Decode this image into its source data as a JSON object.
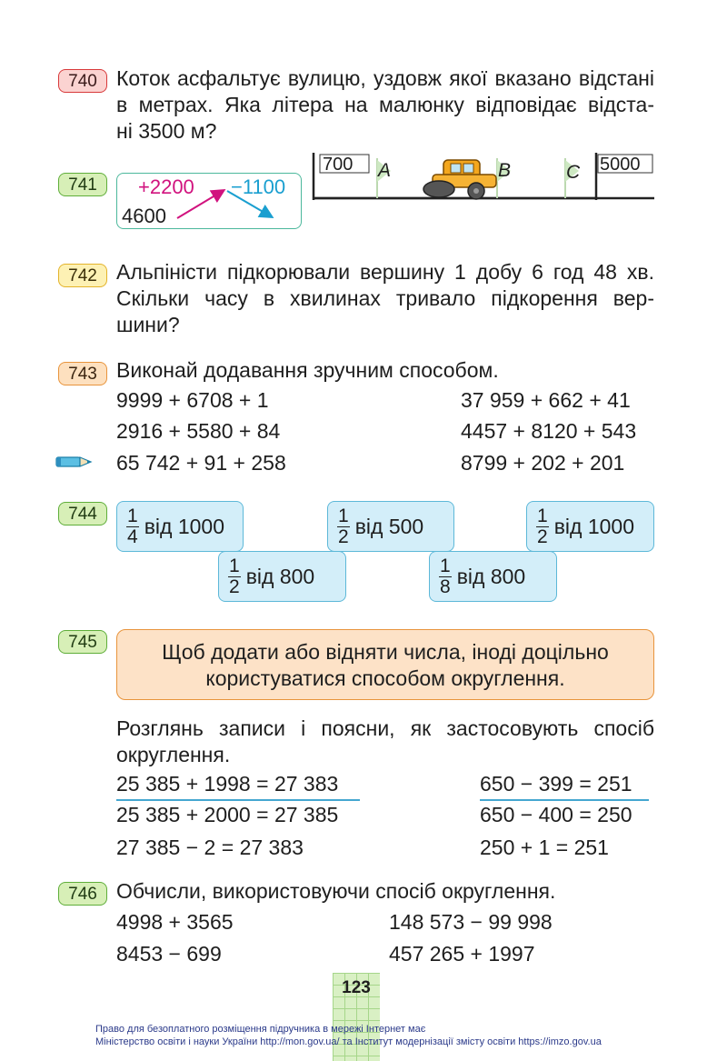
{
  "colors": {
    "magenta": "#d1127e",
    "cyan": "#1a9fd0",
    "badge_red": "#d8393a",
    "badge_green": "#5fae3a",
    "badge_yellow": "#e3b32a",
    "card_blue": "#d3eef9",
    "rule_orange": "#fde2c7"
  },
  "ex740": {
    "num": "740",
    "line1": "Коток асфальтує вулицю, уздовж якої вказано відстані",
    "line2": "в метрах. Яка літера на малюнку відповідає відста-",
    "line3": "ні 3500 м?",
    "start": "700",
    "end": "5000",
    "flag_a": "A",
    "flag_b": "B",
    "flag_c": "C",
    "icon": "road-roller-icon"
  },
  "ex741": {
    "num": "741",
    "plus": "+2200",
    "minus": "−1100",
    "start": "4600"
  },
  "ex742": {
    "num": "742",
    "line1": "Альпіністи підкорювали вершину 1 добу 6 год 48 хв.",
    "line2": "Скільки часу в хвилинах тривало підкорення вер-",
    "line3": "шини?"
  },
  "ex743": {
    "num": "743",
    "task": "Виконай додавання зручним способом.",
    "left": [
      "9999 + 6708 + 1",
      "2916 + 5580 + 84",
      "65 742 + 91 + 258"
    ],
    "right": [
      "37 959 + 662 + 41",
      "4457 + 8120 + 543",
      "8799 + 202 + 201"
    ],
    "icon": "pencil-icon"
  },
  "ex744": {
    "num": "744",
    "cards": [
      {
        "num": "1",
        "den": "4",
        "text": "від 1000"
      },
      {
        "num": "1",
        "den": "2",
        "text": "від 500"
      },
      {
        "num": "1",
        "den": "2",
        "text": "від 1000"
      },
      {
        "num": "1",
        "den": "2",
        "text": "від 800"
      },
      {
        "num": "1",
        "den": "8",
        "text": "від 800"
      }
    ]
  },
  "ex745": {
    "num": "745",
    "rule_line1": "Щоб додати або відняти числа, іноді доцільно",
    "rule_line2": "користуватися способом округлення.",
    "task_line1": "Розглянь записи і поясни, як застосовують спосіб",
    "task_line2": "округлення.",
    "left": [
      "25 385 + 1998 = 27 383",
      "25 385 + 2000 = 27 385",
      "27 385 − 2 = 27 383"
    ],
    "right": [
      "650 − 399 = 251",
      "650 − 400 = 250",
      "250 + 1 = 251"
    ]
  },
  "ex746": {
    "num": "746",
    "task": "Обчисли, використовуючи спосіб округлення.",
    "left": [
      "4998 + 3565",
      "8453 − 699"
    ],
    "right": [
      "148 573 − 99 998",
      "457 265 + 1997"
    ]
  },
  "page_number": "123",
  "footer": {
    "line1": "Право для безоплатного розміщення підручника в мережі Інтернет має",
    "line2": "Міністерство освіти і науки України http://mon.gov.ua/ та Інститут модернізації змісту освіти https://imzo.gov.ua"
  }
}
